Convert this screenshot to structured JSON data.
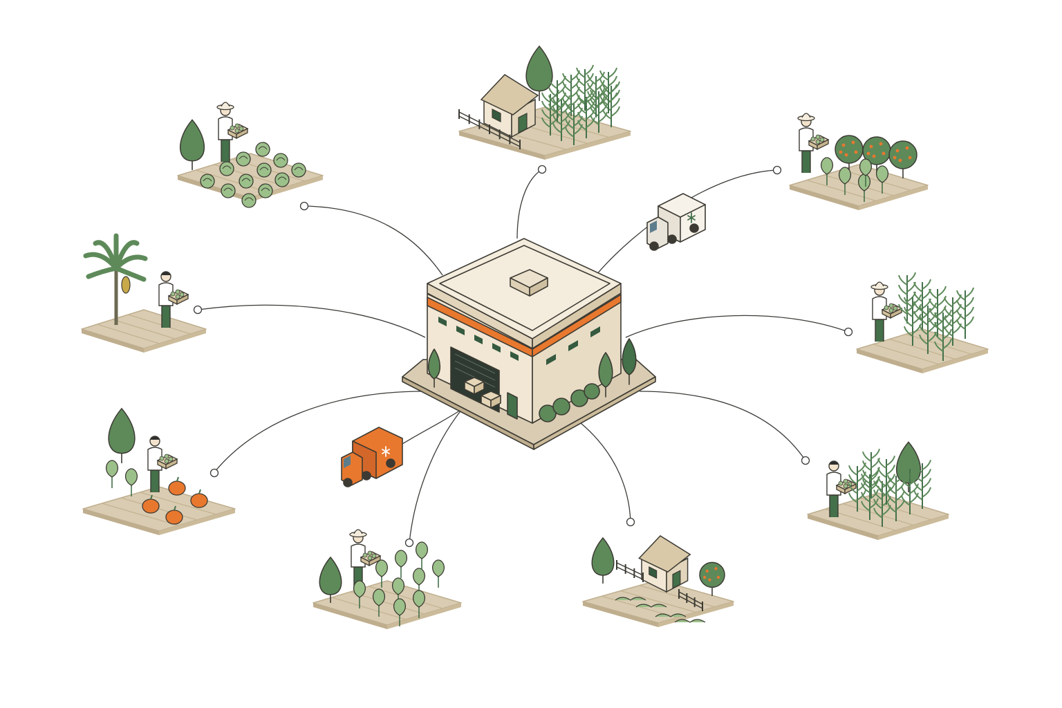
{
  "colors": {
    "background": "#ffffff",
    "ink": "#3c3a33",
    "plot_soil": "#d9ccb2",
    "plot_edge": "#bfae8e",
    "wall": "#f1e7d4",
    "wall_shade": "#e2d5bc",
    "roof": "#f4ecdc",
    "accent_orange": "#e8782e",
    "leaf_green": "#5e8a5a",
    "dark_green": "#44704a",
    "light_green": "#9cc08a",
    "truck_white": "#f6f2ea",
    "connector": "#3a3a36"
  },
  "hub": {
    "icon": "refrigerated-warehouse-icon"
  },
  "vehicles": [
    {
      "icon": "white-refrigerated-truck-icon",
      "emblem": "snowflake-icon"
    },
    {
      "icon": "orange-refrigerated-truck-icon",
      "emblem": "snowflake-icon"
    }
  ],
  "farms": [
    {
      "name": "cabbage-farm",
      "icon": "cabbage-field-icon"
    },
    {
      "name": "farmhouse-cornfield",
      "icon": "farmhouse-icon"
    },
    {
      "name": "orchard-farm",
      "icon": "fruit-tree-icon"
    },
    {
      "name": "banana-farm",
      "icon": "banana-tree-icon"
    },
    {
      "name": "corn-farm",
      "icon": "corn-icon"
    },
    {
      "name": "pumpkin-farm",
      "icon": "pumpkin-icon"
    },
    {
      "name": "tall-crop-farm",
      "icon": "crop-row-icon"
    },
    {
      "name": "leafy-crop-farm",
      "icon": "leafy-plant-icon"
    },
    {
      "name": "house-vegetable-garden",
      "icon": "house-icon"
    }
  ]
}
